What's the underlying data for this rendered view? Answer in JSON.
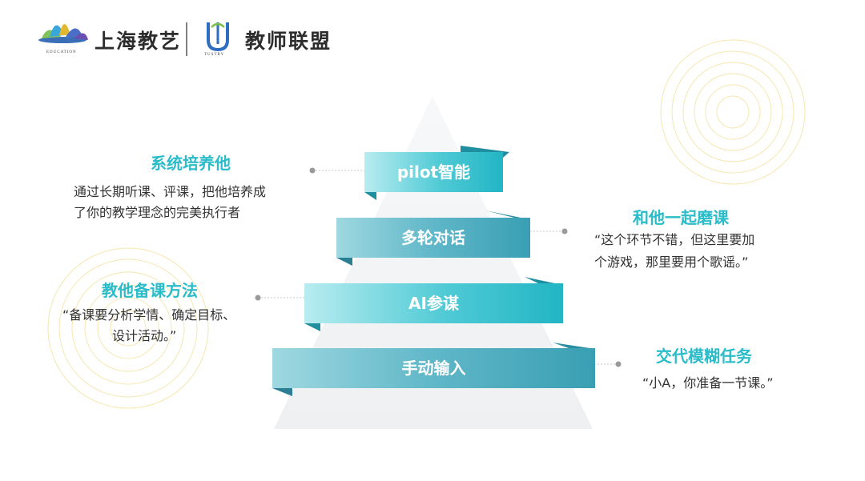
{
  "header": {
    "brand_left": "上海教艺",
    "brand_left_sub": "EDUCATION",
    "brand_right": "教师联盟",
    "brand_right_sub": "TUSTRY"
  },
  "pyramid": {
    "tiers": [
      {
        "label": "pilot智能"
      },
      {
        "label": "多轮对话"
      },
      {
        "label": "AI参谋"
      },
      {
        "label": "手动输入"
      }
    ]
  },
  "captions": {
    "top_left": {
      "title": "系统培养他",
      "lines": [
        "通过长期听课、评课，把他培养成",
        "了你的教学理念的完美执行者"
      ]
    },
    "mid_left": {
      "title": "教他备课方法",
      "lines": [
        "“备课要分析学情、确定目标、",
        "设计活动。”"
      ]
    },
    "top_right": {
      "title": "和他一起磨课",
      "lines": [
        "“这个环节不错，但这里要加",
        "个游戏，那里要用个歌谣。”"
      ]
    },
    "bottom_right": {
      "title": "交代模糊任务",
      "lines": [
        "“小A，你准备一节课。”"
      ]
    }
  },
  "colors": {
    "accent": "#2bbcc9",
    "ribbon_dark": "#1f8fa0",
    "pyramid": "#f1f2f4"
  }
}
